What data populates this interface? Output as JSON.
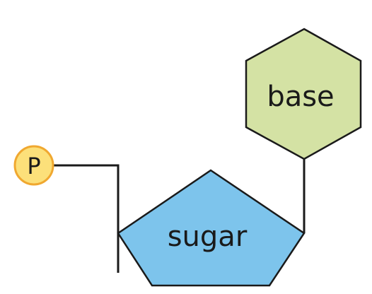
{
  "diagram": {
    "labels": {
      "phosphate": "P",
      "sugar": "sugar",
      "base": "base"
    },
    "colors": {
      "phosphate_fill": "#FCE07A",
      "phosphate_stroke": "#F0A830",
      "sugar_fill": "#7DC4EC",
      "base_fill": "#D4E2A4",
      "line": "#1a1a1a",
      "text": "#1a1a1a"
    }
  }
}
